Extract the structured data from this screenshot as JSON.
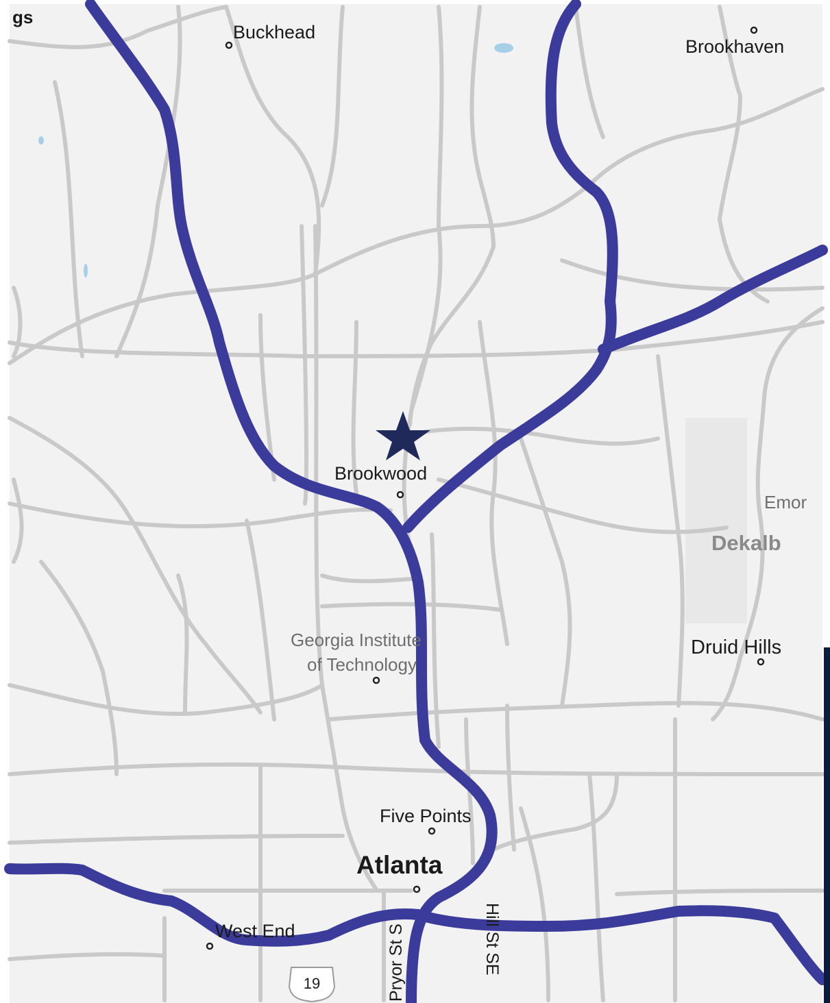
{
  "map": {
    "colors": {
      "background": "#f2f2f2",
      "minor_road": "#c9c9c9",
      "interstate": "#3b3b9b",
      "marker": "#1f2a5a",
      "side_bar": "#0d1b3e"
    },
    "marker_icon": "star-icon",
    "places": [
      {
        "key": "gs",
        "label": "gs"
      },
      {
        "key": "buckhead",
        "label": "Buckhead"
      },
      {
        "key": "brookhaven",
        "label": "Brookhaven"
      },
      {
        "key": "brookwood",
        "label": "Brookwood"
      },
      {
        "key": "emory",
        "label": "Emor"
      },
      {
        "key": "dekalb",
        "label": "Dekalb"
      },
      {
        "key": "git1",
        "label": "Georgia Institute"
      },
      {
        "key": "git2",
        "label": "of Technology"
      },
      {
        "key": "druid_hills",
        "label": "Druid Hills"
      },
      {
        "key": "five_points",
        "label": "Five Points"
      },
      {
        "key": "atlanta",
        "label": "Atlanta"
      },
      {
        "key": "west_end",
        "label": "West End"
      }
    ],
    "streets": {
      "pryor": "Pryor St S",
      "hill": "Hill St SE"
    },
    "route_shield": "19"
  }
}
